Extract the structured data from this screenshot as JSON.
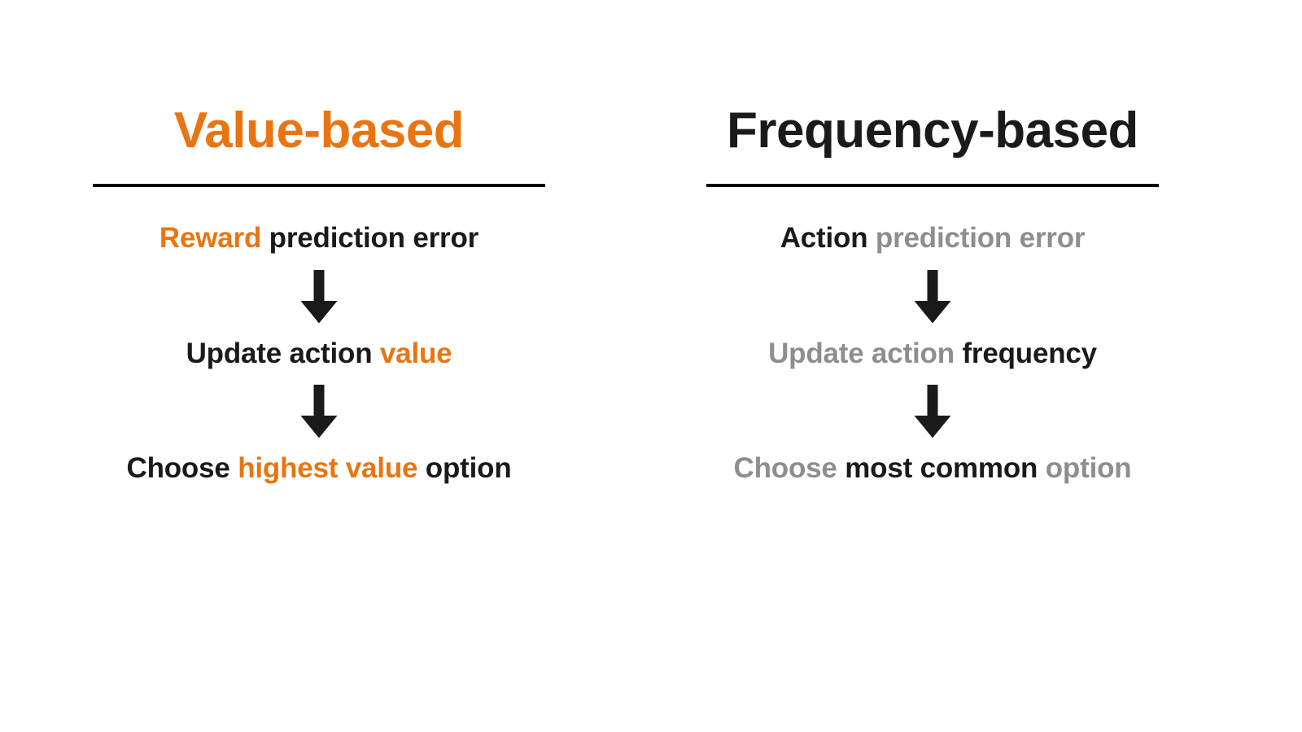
{
  "figure": {
    "background_color": "#FFFFFF",
    "accent_color": "#E87511",
    "dark_color": "#1A1A1A",
    "muted_color": "#8E8E8E",
    "rule_color": "#000000"
  },
  "columns": [
    {
      "id": "value-based",
      "title": "Value-based",
      "title_color": "#E87511",
      "steps": [
        {
          "id": "reward-prediction-error",
          "segments": [
            {
              "text": "Reward",
              "emphasis": "accent"
            },
            {
              "text": " ",
              "emphasis": "dark"
            },
            {
              "text": "prediction error",
              "emphasis": "dark"
            }
          ]
        },
        {
          "id": "update-action-value",
          "segments": [
            {
              "text": "Update action",
              "emphasis": "dark"
            },
            {
              "text": " ",
              "emphasis": "dark"
            },
            {
              "text": "value",
              "emphasis": "accent"
            }
          ]
        },
        {
          "id": "choose-highest-value-option",
          "segments": [
            {
              "text": "Choose",
              "emphasis": "dark"
            },
            {
              "text": " ",
              "emphasis": "dark"
            },
            {
              "text": "highest value",
              "emphasis": "accent"
            },
            {
              "text": " ",
              "emphasis": "dark"
            },
            {
              "text": "option",
              "emphasis": "dark"
            }
          ]
        }
      ],
      "arrows": [
        {
          "id": "arrow-1",
          "direction": "down"
        },
        {
          "id": "arrow-2",
          "direction": "down"
        }
      ]
    },
    {
      "id": "frequency-based",
      "title": "Frequency-based",
      "title_color": "#1A1A1A",
      "steps": [
        {
          "id": "action-prediction-error",
          "segments": [
            {
              "text": "Action",
              "emphasis": "dark"
            },
            {
              "text": " ",
              "emphasis": "muted"
            },
            {
              "text": "prediction error",
              "emphasis": "muted"
            }
          ]
        },
        {
          "id": "update-action-frequency",
          "segments": [
            {
              "text": "Update action",
              "emphasis": "muted"
            },
            {
              "text": " ",
              "emphasis": "muted"
            },
            {
              "text": "frequency",
              "emphasis": "dark"
            }
          ]
        },
        {
          "id": "choose-most-common-option",
          "segments": [
            {
              "text": "Choose",
              "emphasis": "muted"
            },
            {
              "text": " ",
              "emphasis": "muted"
            },
            {
              "text": "most common",
              "emphasis": "dark"
            },
            {
              "text": " ",
              "emphasis": "muted"
            },
            {
              "text": "option",
              "emphasis": "muted"
            }
          ]
        }
      ],
      "arrows": [
        {
          "id": "arrow-1",
          "direction": "down"
        },
        {
          "id": "arrow-2",
          "direction": "down"
        }
      ]
    }
  ],
  "text": {
    "left": {
      "title": "Value-based",
      "step1_a": "Reward",
      "step1_b": "prediction error",
      "step2_a": "Update action",
      "step2_b": "value",
      "step3_a": "Choose",
      "step3_b": "highest value",
      "step3_c": "option"
    },
    "right": {
      "title": "Frequency-based",
      "step1_a": "Action",
      "step1_b": "prediction error",
      "step2_a": "Update action",
      "step2_b": "frequency",
      "step3_a": "Choose",
      "step3_b": "most common",
      "step3_c": "option"
    }
  }
}
